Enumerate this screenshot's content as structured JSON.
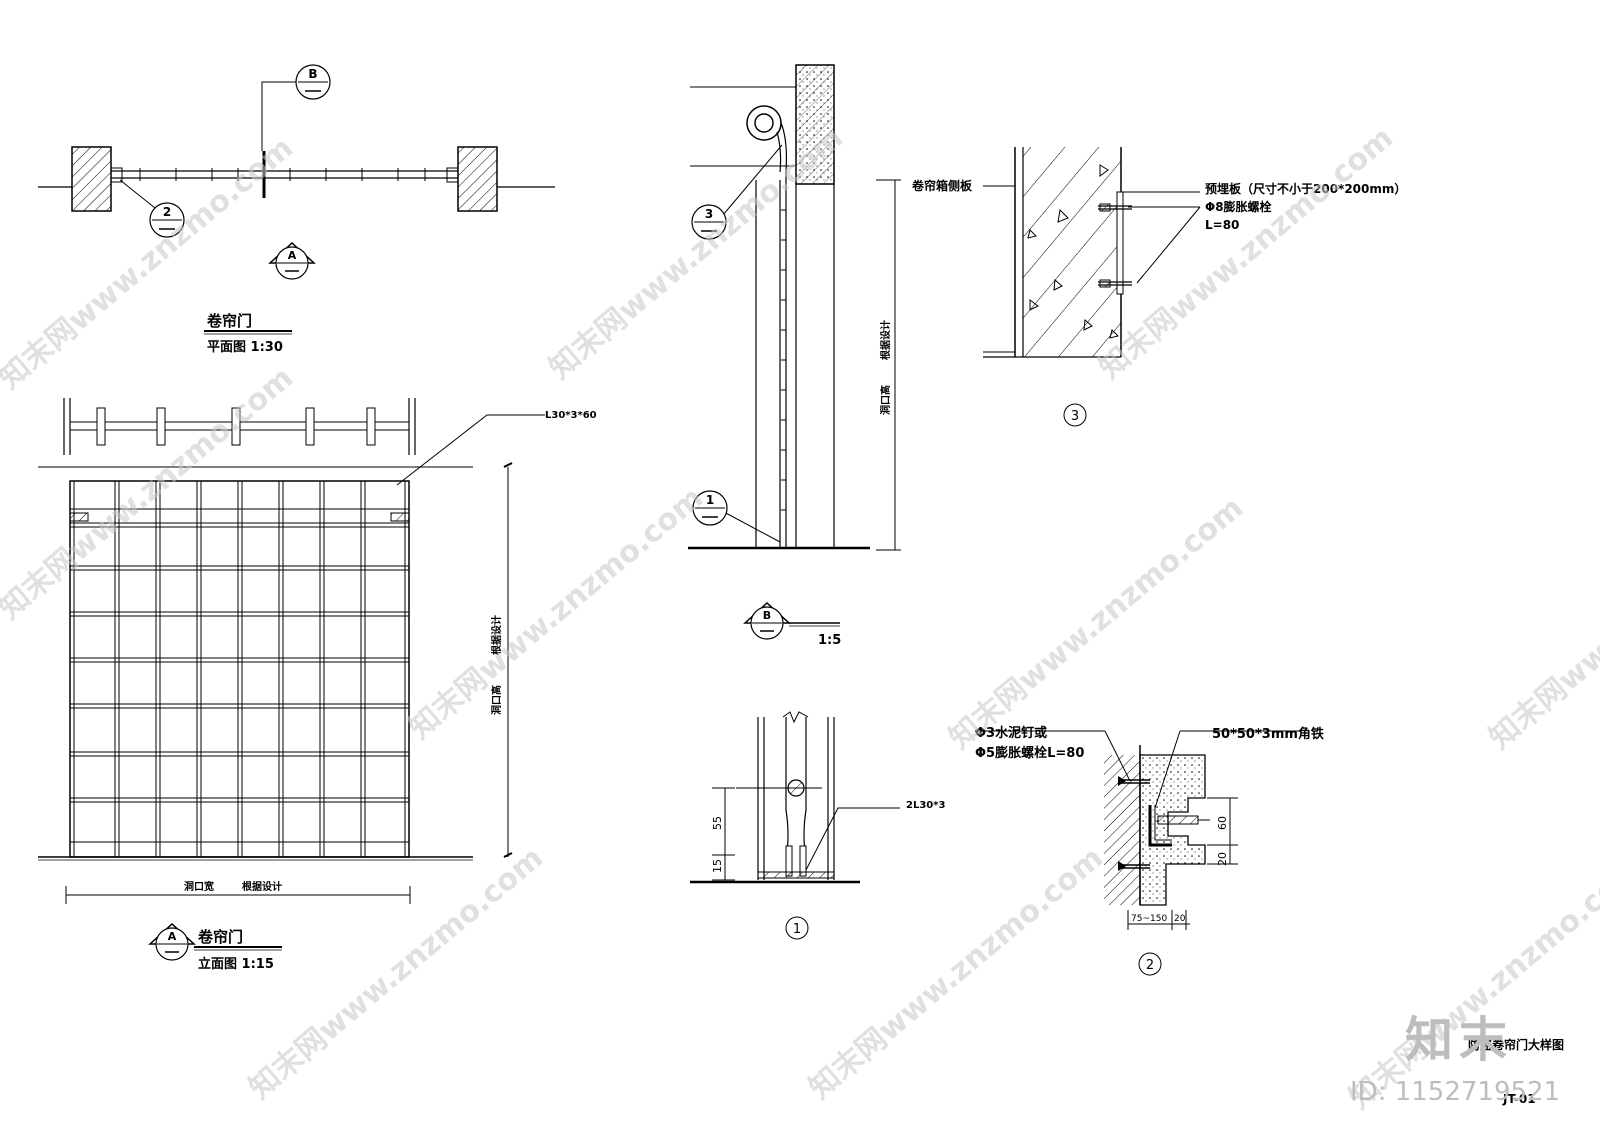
{
  "drawing": {
    "plan": {
      "title": "卷帘门",
      "subtitle": "平面图 1:30",
      "callout_b": "B",
      "callout_2": "2",
      "section_a": "A"
    },
    "elevation": {
      "title": "卷帘门",
      "subtitle": "立面图 1:15",
      "section_a": "A",
      "angle_label": "L30*3*60",
      "height_label": "洞口高",
      "height_note": "根据设计",
      "width_label": "洞口宽",
      "width_note": "根据设计"
    },
    "section_b": {
      "callout_3": "3",
      "callout_1": "1",
      "label": "B",
      "scale": "1:5",
      "height_label": "洞口高",
      "height_note": "根据设计"
    },
    "detail_3": {
      "number": "3",
      "side_plate": "卷帘箱侧板",
      "embed_plate": "预埋板（尺寸不小于200*200mm）",
      "bolt": "Φ8膨胀螺栓",
      "bolt_length": "L=80"
    },
    "detail_1": {
      "number": "1",
      "angle": "2L30*3",
      "dim_55": "55",
      "dim_15": "15"
    },
    "detail_2": {
      "number": "2",
      "nail_1": "Φ3水泥钉或",
      "nail_2": "Φ5膨胀螺栓L=80",
      "angle": "50*50*3mm角铁",
      "dim_60": "60",
      "dim_20": "20",
      "dim_range": "75~150",
      "dim_20b": "20"
    },
    "title_block": {
      "sheet_title": "防盗卷帘门大样图",
      "sheet_no": "JT-01"
    },
    "watermark": {
      "text": "知末网www.znzmo.com",
      "logo": "知末",
      "id": "ID: 1152719521"
    }
  }
}
